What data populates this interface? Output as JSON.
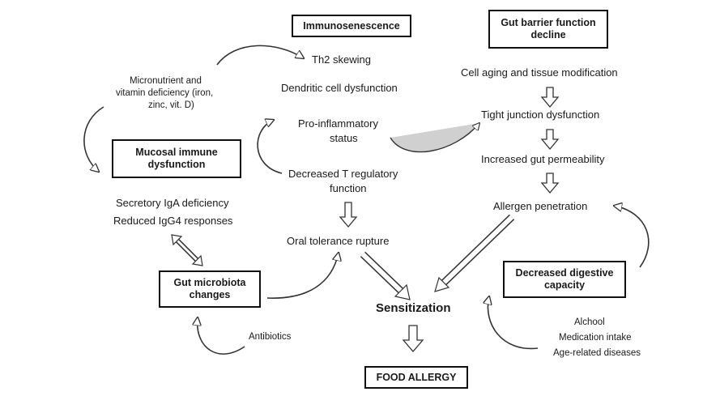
{
  "boxes": {
    "immunosenescence": "Immunosenescence",
    "gut_barrier": "Gut barrier function decline",
    "mucosal_immune": "Mucosal immune dysfunction",
    "gut_microbiota": "Gut microbiota changes",
    "digestive_capacity": "Decreased digestive capacity",
    "food_allergy": "FOOD ALLERGY"
  },
  "immunosenescence_items": {
    "th2": "Th2 skewing",
    "dendritic": "Dendritic cell dysfunction",
    "proinflammatory_1": "Pro-inflammatory",
    "proinflammatory_2": "status",
    "treg_1": "Decreased T regulatory",
    "treg_2": "function"
  },
  "micronutrient": {
    "line1": "Micronutrient and",
    "line2": "vitamin deficiency (iron,",
    "line3": "zinc, vit. D)"
  },
  "barrier_items": {
    "cell_aging": "Cell aging and tissue modification",
    "tight_junction": "Tight junction dysfunction",
    "permeability": "Increased gut permeability",
    "allergen": "Allergen penetration"
  },
  "mucosal_items": {
    "iga": "Secretory IgA deficiency",
    "igg4": "Reduced IgG4 responses"
  },
  "oral_tolerance": "Oral tolerance rupture",
  "sensitization": "Sensitization",
  "antibiotics": "Antibiotics",
  "digestive_causes": {
    "alcohol": "Alchool",
    "medication": "Medication intake",
    "age_related": "Age-related diseases"
  }
}
